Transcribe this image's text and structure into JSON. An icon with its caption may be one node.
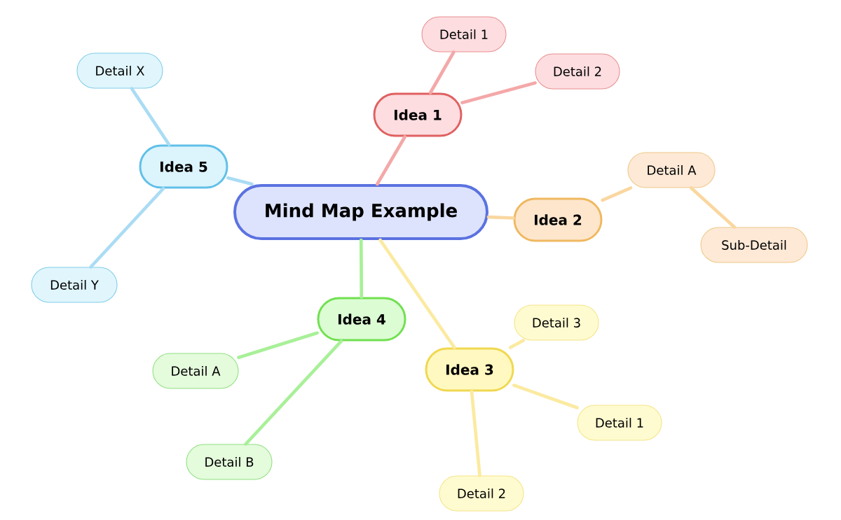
{
  "diagram": {
    "nodes": [
      {
        "text": [
          "Mind Map Example"
        ]
      },
      {
        "text": [
          "Idea 1"
        ]
      },
      {
        "text": [
          "Detail 1"
        ]
      },
      {
        "text": [
          "Detail 2"
        ]
      },
      {
        "text": [
          "Idea 2"
        ]
      },
      {
        "text": [
          "Detail A"
        ]
      },
      {
        "text": [
          "Sub-Detail"
        ]
      },
      {
        "text": [
          "Idea 3"
        ]
      },
      {
        "text": [
          "Detail 3"
        ]
      },
      {
        "text": [
          "Detail 1"
        ]
      },
      {
        "text": [
          "Detail 2"
        ]
      },
      {
        "text": [
          "Idea 4"
        ]
      },
      {
        "text": [
          "Detail A"
        ]
      },
      {
        "text": [
          "Detail B"
        ]
      },
      {
        "text": [
          "Idea 5"
        ]
      },
      {
        "text": [
          "Detail X"
        ]
      },
      {
        "text": [
          "Detail Y"
        ]
      }
    ],
    "edges": [
      {
        "from": 0,
        "to": 1,
        "arrow": "none",
        "color": "#f4a8a8"
      },
      {
        "from": 1,
        "to": 2,
        "arrow": "none",
        "color": "#f4a8a8"
      },
      {
        "from": 1,
        "to": 3,
        "arrow": "none",
        "color": "#f4a8a8"
      },
      {
        "from": 0,
        "to": 4,
        "arrow": "none",
        "color": "#fad7a0"
      },
      {
        "from": 4,
        "to": 5,
        "arrow": "none",
        "color": "#fad7a0"
      },
      {
        "from": 5,
        "to": 6,
        "arrow": "none",
        "color": "#fad7a0"
      },
      {
        "from": 0,
        "to": 7,
        "arrow": "none",
        "color": "#fbeaa0"
      },
      {
        "from": 7,
        "to": 8,
        "arrow": "none",
        "color": "#fbeaa0"
      },
      {
        "from": 7,
        "to": 9,
        "arrow": "none",
        "color": "#fbeaa0"
      },
      {
        "from": 7,
        "to": 10,
        "arrow": "none",
        "color": "#fbeaa0"
      },
      {
        "from": 0,
        "to": 11,
        "arrow": "none",
        "color": "#a8f098"
      },
      {
        "from": 11,
        "to": 12,
        "arrow": "none",
        "color": "#a8f098"
      },
      {
        "from": 11,
        "to": 13,
        "arrow": "none",
        "color": "#a8f098"
      },
      {
        "from": 0,
        "to": 14,
        "arrow": "none",
        "color": "#aadcf4"
      },
      {
        "from": 14,
        "to": 15,
        "arrow": "none",
        "color": "#aadcf4"
      },
      {
        "from": 14,
        "to": 16,
        "arrow": "none",
        "color": "#aadcf4"
      }
    ]
  }
}
